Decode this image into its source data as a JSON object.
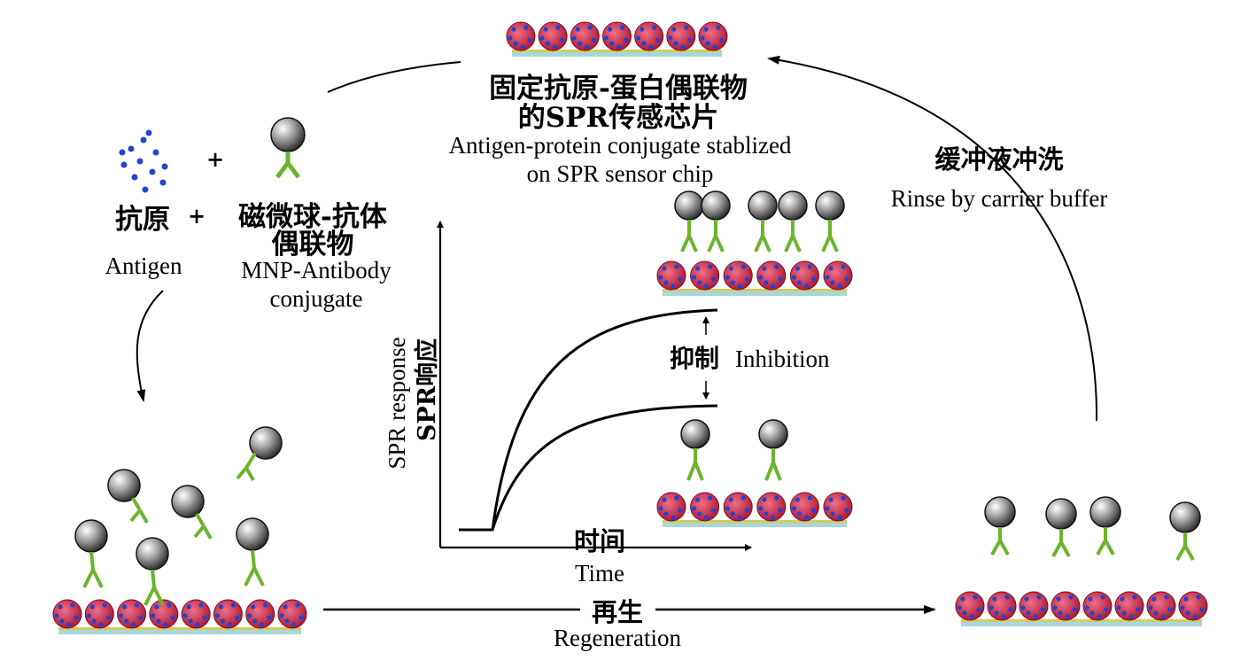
{
  "labels": {
    "top_chip_zh_line1": "固定抗原-蛋白偶联物",
    "top_chip_zh_line2": "的SPR传感芯片",
    "top_chip_en_line1": "Antigen-protein conjugate stablized",
    "top_chip_en_line2": "on SPR sensor chip",
    "rinse_zh": "缓冲液冲洗",
    "rinse_en": "Rinse by carrier buffer",
    "antigen_zh": "抗原",
    "antigen_en": "Antigen",
    "plus": "+",
    "mnp_zh_line1": "磁微球-抗体",
    "mnp_zh_line2": "偶联物",
    "mnp_en_line1": "MNP-Antibody",
    "mnp_en_line2": "conjugate",
    "yaxis_en": "SPR response",
    "yaxis_zh": "SPR响应",
    "xaxis_zh": "时间",
    "xaxis_en": "Time",
    "inhibition_zh": "抑制",
    "inhibition_en": "Inhibition",
    "regen_zh": "再生",
    "regen_en": "Regeneration"
  },
  "colors": {
    "protein": "#d42a48",
    "antigen_dot": "#2244d0",
    "antibody": "#6cb42c",
    "bead": "#7a7a7a",
    "chip_gold": "#d9c860",
    "chip_base": "#a8d8d8"
  }
}
